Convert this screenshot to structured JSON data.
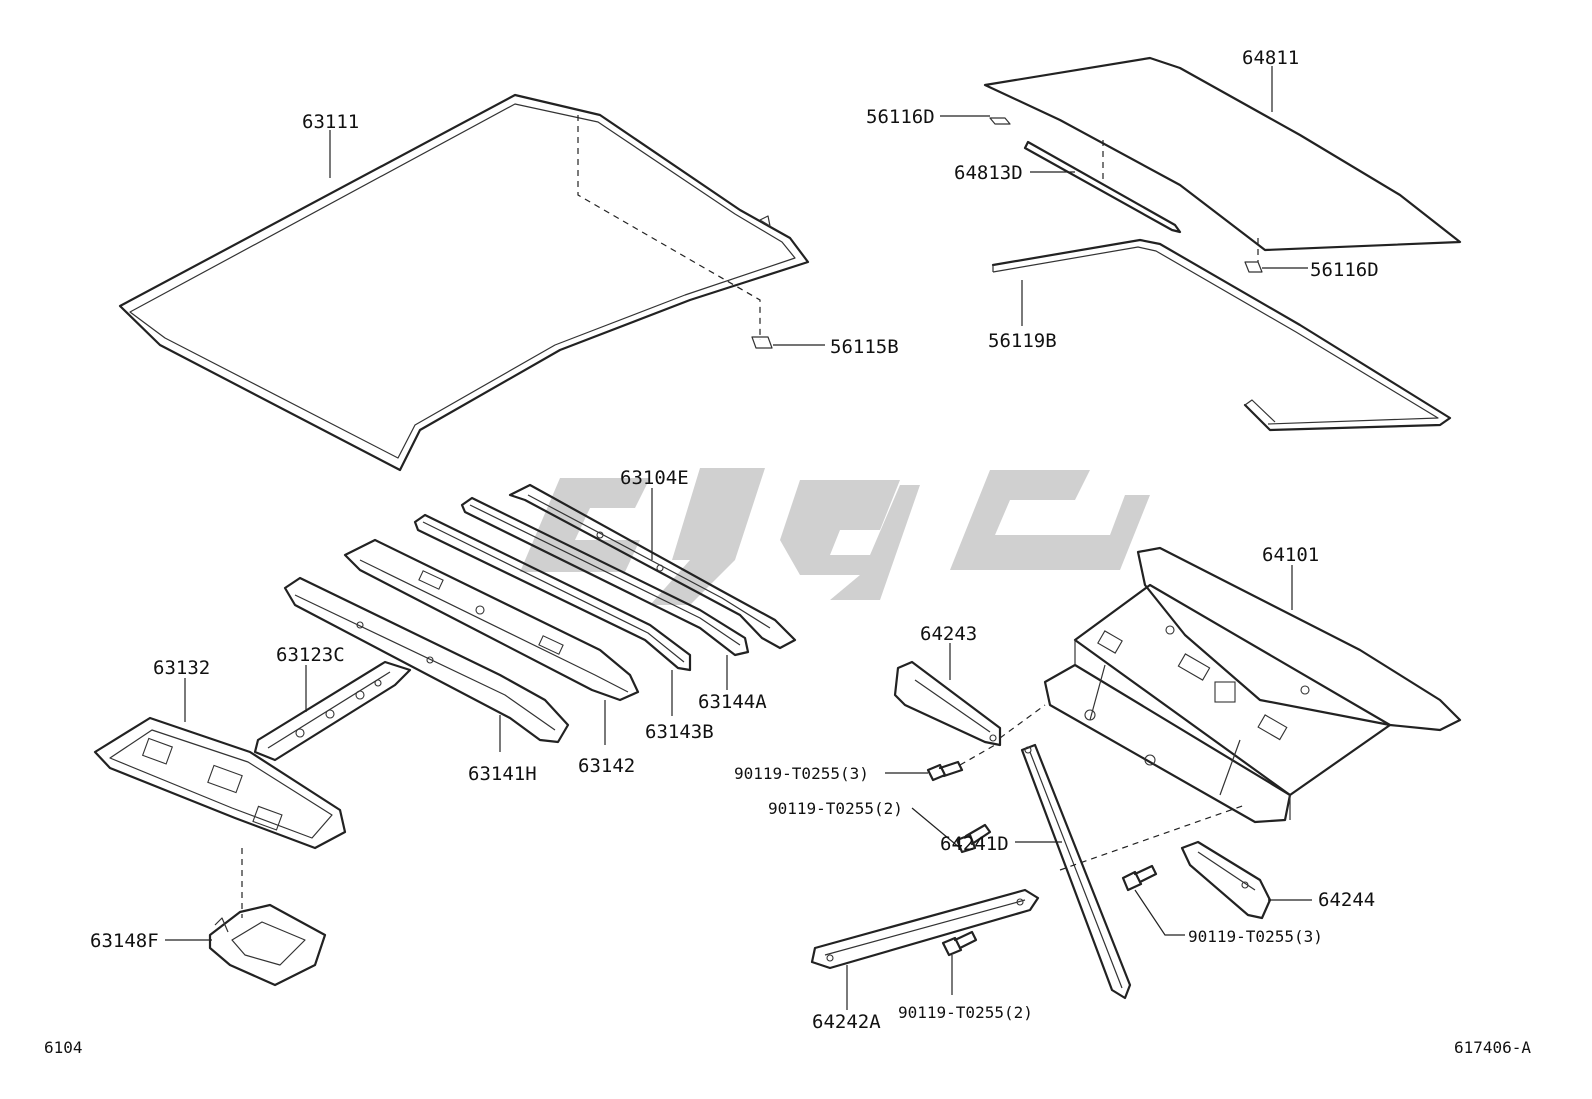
{
  "diagram": {
    "labels": {
      "p63111": "63111",
      "p56115B": "56115B",
      "p64811": "64811",
      "p56116D_top": "56116D",
      "p64813D": "64813D",
      "p56116D_right": "56116D",
      "p56119B": "56119B",
      "p63104E": "63104E",
      "p63144A": "63144A",
      "p63143B": "63143B",
      "p63142": "63142",
      "p63141H": "63141H",
      "p63123C": "63123C",
      "p63132": "63132",
      "p63148F": "63148F",
      "p64243": "64243",
      "p64101": "64101",
      "bolt_a": "90119-T0255(3)",
      "bolt_b": "90119-T0255(2)",
      "p64241D": "64241D",
      "p64244": "64244",
      "bolt_c": "90119-T0255(3)",
      "p64242A": "64242A",
      "bolt_d": "90119-T0255(2)"
    },
    "footer": {
      "left_code": "6104",
      "right_code": "617406-A"
    }
  }
}
